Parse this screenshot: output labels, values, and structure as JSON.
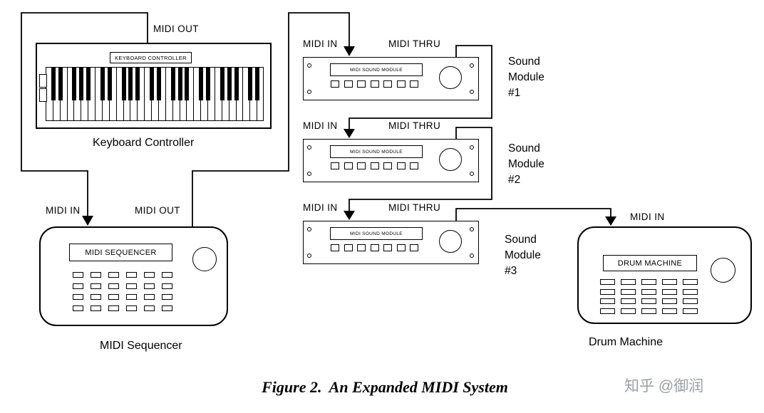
{
  "caption": "Figure 2.  An Expanded MIDI System",
  "watermark": "知乎 @御润",
  "keyboard": {
    "display": "KEYBOARD CONTROLLER",
    "title": "Keyboard Controller",
    "port_out": "MIDI OUT"
  },
  "sequencer": {
    "display": "MIDI SEQUENCER",
    "title": "MIDI Sequencer",
    "port_in": "MIDI IN",
    "port_out": "MIDI OUT"
  },
  "modules": [
    {
      "display": "MIDI SOUND MODULE",
      "name": "Sound Module #1",
      "port_in": "MIDI IN",
      "port_thru": "MIDI THRU"
    },
    {
      "display": "MIDI SOUND MODULE",
      "name": "Sound Module #2",
      "port_in": "MIDI IN",
      "port_thru": "MIDI THRU"
    },
    {
      "display": "MIDI SOUND MODULE",
      "name": "Sound Module #3",
      "port_in": "MIDI IN",
      "port_thru": "MIDI THRU"
    }
  ],
  "drum": {
    "display": "DRUM MACHINE",
    "title": "Drum Machine",
    "port_in": "MIDI IN"
  },
  "connections": [
    {
      "from": "Keyboard Controller MIDI OUT",
      "to": "MIDI Sequencer MIDI IN"
    },
    {
      "from": "MIDI Sequencer MIDI OUT",
      "to": "Sound Module #1 MIDI IN"
    },
    {
      "from": "Sound Module #1 MIDI THRU",
      "to": "Sound Module #2 MIDI IN"
    },
    {
      "from": "Sound Module #2 MIDI THRU",
      "to": "Sound Module #3 MIDI IN"
    },
    {
      "from": "Sound Module #3 MIDI THRU",
      "to": "Drum Machine MIDI IN"
    }
  ],
  "colors": {
    "line": "#000000",
    "background": "#ffffff",
    "watermark": "#9aa0a6"
  }
}
